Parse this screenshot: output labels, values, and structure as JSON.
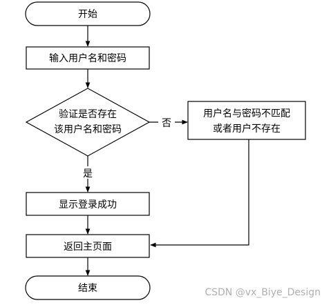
{
  "nodes": {
    "start": "开始",
    "input_credentials": "输入用户名和密码",
    "verify_line1": "验证是否存在",
    "verify_line2": "该用户名和密码",
    "mismatch_line1": "用户名与密码不匹配",
    "mismatch_line2": "或者用户不存在",
    "login_success": "显示登录成功",
    "return_home": "返回主页面",
    "end": "结束"
  },
  "edges": {
    "yes_label": "是",
    "no_label": "否"
  },
  "watermark": "CSDN @vx_Biye_Design",
  "colors": {
    "stroke": "#000000",
    "fill": "#ffffff",
    "watermark": "#b0b0b0"
  }
}
